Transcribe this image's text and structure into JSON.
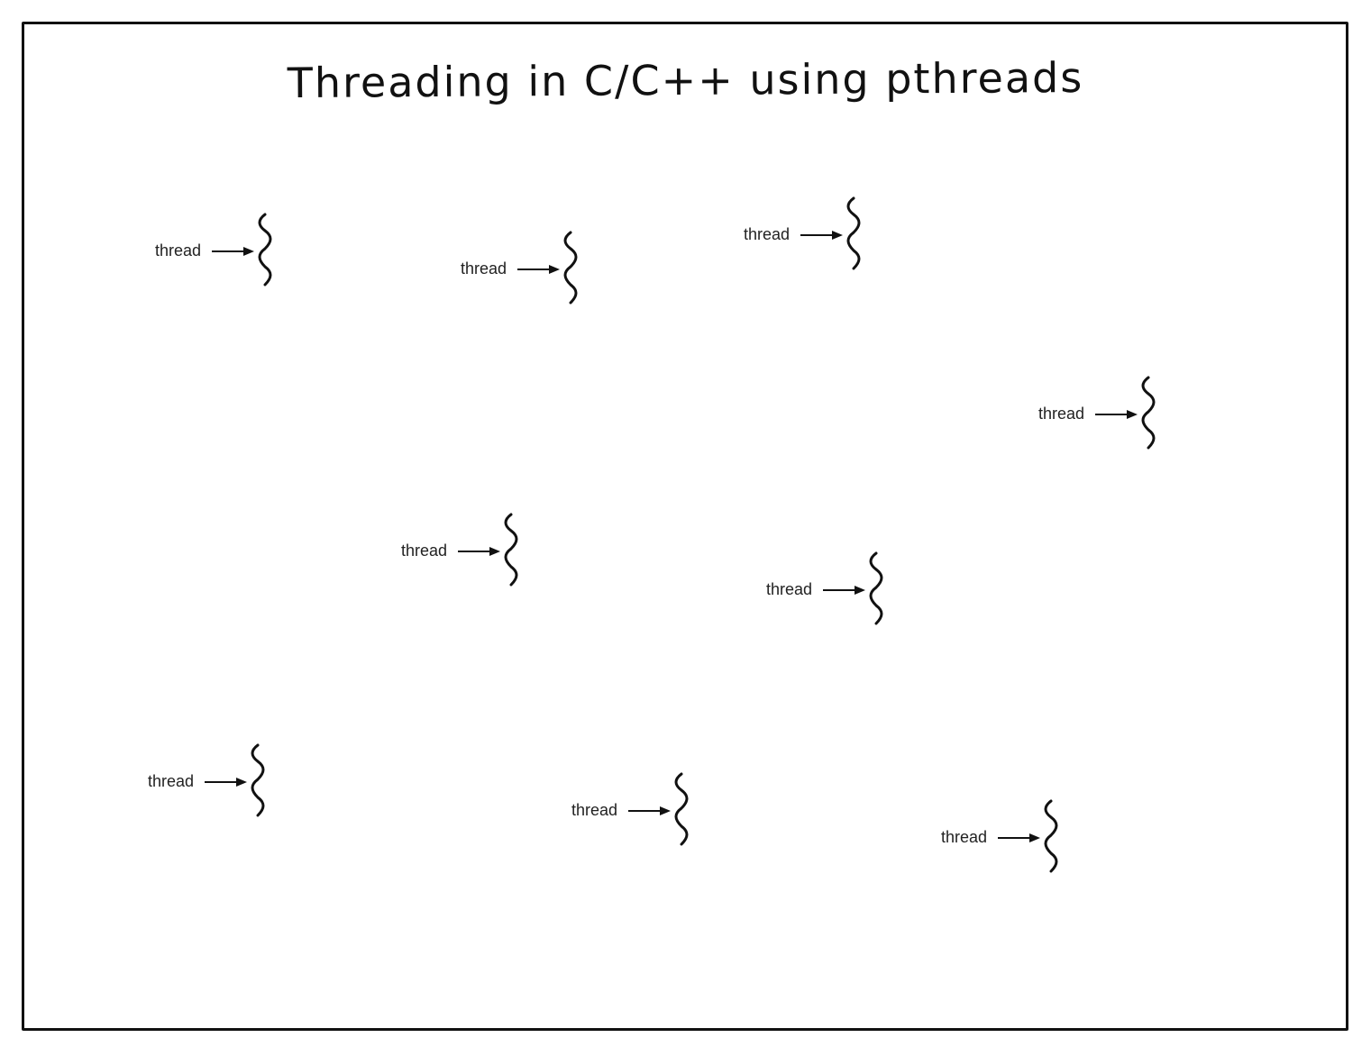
{
  "title": "Threading in C/C++ using pthreads",
  "thread_label": "thread",
  "threads": [
    {
      "label": "thread"
    },
    {
      "label": "thread"
    },
    {
      "label": "thread"
    },
    {
      "label": "thread"
    },
    {
      "label": "thread"
    },
    {
      "label": "thread"
    },
    {
      "label": "thread"
    },
    {
      "label": "thread"
    },
    {
      "label": "thread"
    }
  ],
  "colors": {
    "ink": "#111111",
    "background": "#ffffff"
  }
}
